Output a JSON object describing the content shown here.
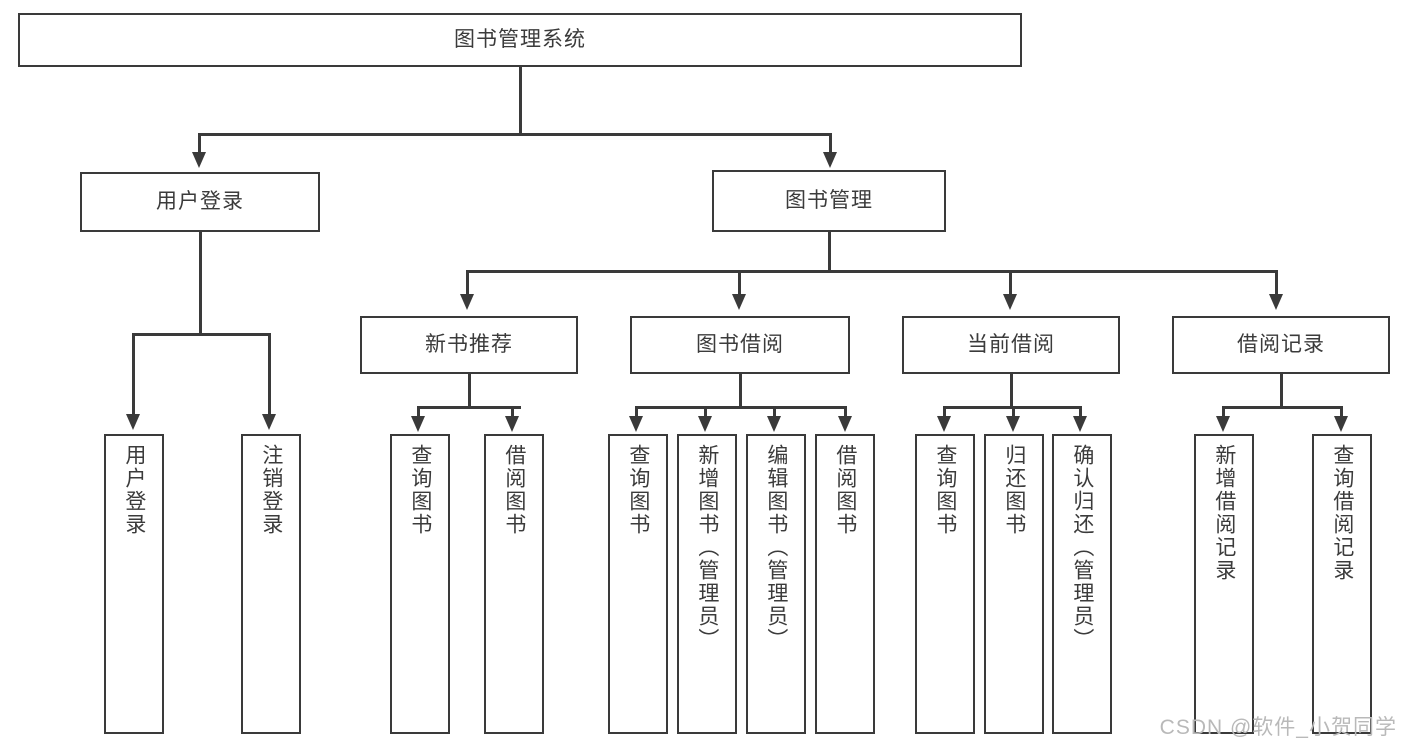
{
  "diagram": {
    "title": "图书管理系统",
    "type": "hierarchy-tree",
    "watermark": "CSDN @软件_小贺同学",
    "colors": {
      "stroke": "#3a3a3a",
      "text": "#3b3b3b",
      "background": "#ffffff",
      "watermark": "#b9b9b9"
    },
    "root": {
      "label": "图书管理系统"
    },
    "level2": [
      {
        "label": "用户登录"
      },
      {
        "label": "图书管理"
      }
    ],
    "level3": [
      {
        "label": "新书推荐"
      },
      {
        "label": "图书借阅"
      },
      {
        "label": "当前借阅"
      },
      {
        "label": "借阅记录"
      }
    ],
    "leaves": {
      "user_login": [
        {
          "label": "用户登录"
        },
        {
          "label": "注销登录"
        }
      ],
      "new_book_recommend": [
        {
          "label": "查询图书"
        },
        {
          "label": "借阅图书"
        }
      ],
      "book_borrow": [
        {
          "label": "查询图书"
        },
        {
          "label": "新增图书（管理员）"
        },
        {
          "label": "编辑图书（管理员）"
        },
        {
          "label": "借阅图书"
        }
      ],
      "current_borrow": [
        {
          "label": "查询图书"
        },
        {
          "label": "归还图书"
        },
        {
          "label": "确认归还（管理员）"
        }
      ],
      "borrow_record": [
        {
          "label": "新增借阅记录"
        },
        {
          "label": "查询借阅记录"
        }
      ]
    }
  }
}
